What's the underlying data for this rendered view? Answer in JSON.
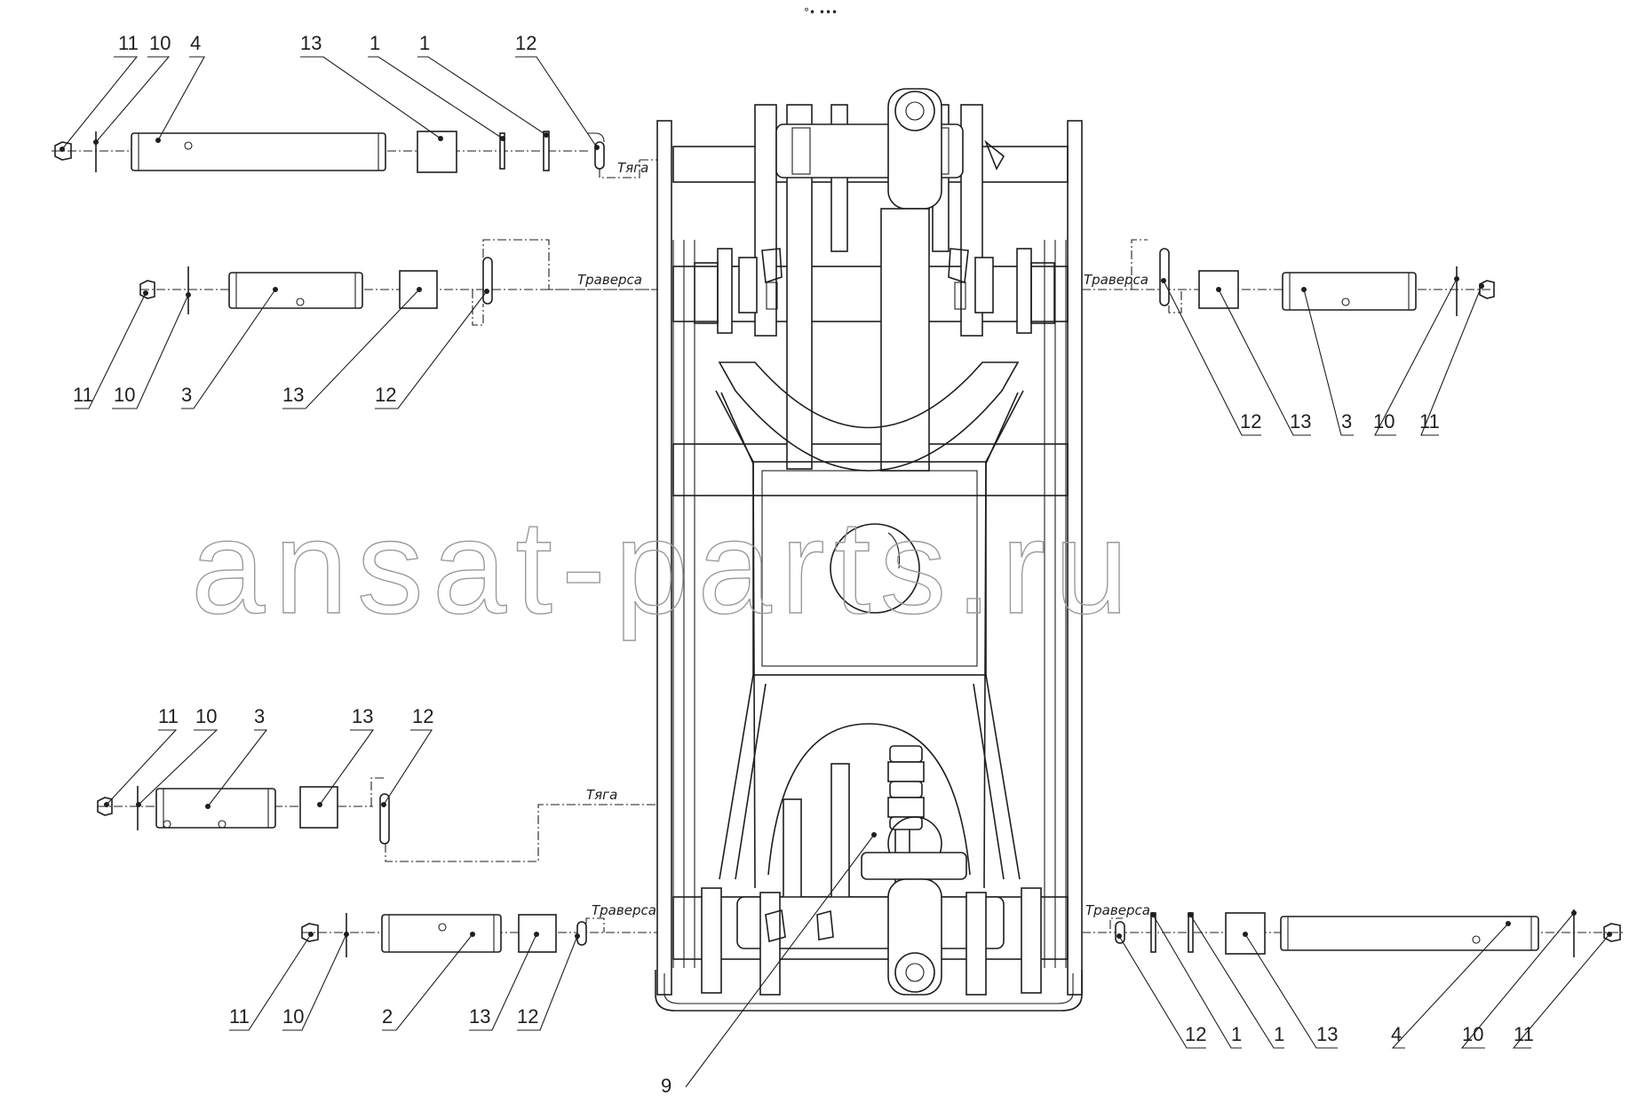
{
  "header_mark": "°• •••",
  "watermark": "ansat-parts.ru",
  "labels": {
    "tyaga": "Тяга",
    "traversa": "Траверса"
  },
  "callouts": {
    "g1": [
      "11",
      "10",
      "4",
      "13",
      "1",
      "1",
      "12"
    ],
    "g2": [
      "11",
      "10",
      "3",
      "13",
      "12"
    ],
    "g3": [
      "12",
      "13",
      "3",
      "10",
      "11"
    ],
    "g4": [
      "11",
      "10",
      "3",
      "13",
      "12"
    ],
    "g5": [
      "11",
      "10",
      "2",
      "13",
      "12"
    ],
    "g6": [
      "12",
      "1",
      "1",
      "13",
      "4",
      "10",
      "11"
    ],
    "center": "9"
  }
}
